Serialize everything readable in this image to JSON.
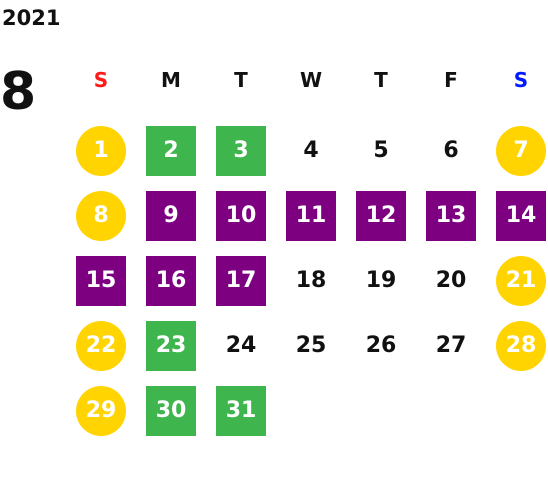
{
  "year": "2021",
  "month": "8",
  "colors": {
    "sunday": "#ff1a1a",
    "saturday": "#0019ff",
    "weekday": "#111111",
    "yellow_circle": "#ffd400",
    "green_square": "#3fb54d",
    "purple_square": "#7c0080"
  },
  "weekdays": [
    {
      "label": "S",
      "color": "#ff1a1a"
    },
    {
      "label": "M",
      "color": "#111111"
    },
    {
      "label": "T",
      "color": "#111111"
    },
    {
      "label": "W",
      "color": "#111111"
    },
    {
      "label": "T",
      "color": "#111111"
    },
    {
      "label": "F",
      "color": "#111111"
    },
    {
      "label": "S",
      "color": "#0019ff"
    }
  ],
  "weeks": [
    [
      {
        "day": "1",
        "style": "yellow_circle"
      },
      {
        "day": "2",
        "style": "green_square"
      },
      {
        "day": "3",
        "style": "green_square"
      },
      {
        "day": "4",
        "style": "plain"
      },
      {
        "day": "5",
        "style": "plain"
      },
      {
        "day": "6",
        "style": "plain"
      },
      {
        "day": "7",
        "style": "yellow_circle"
      }
    ],
    [
      {
        "day": "8",
        "style": "yellow_circle"
      },
      {
        "day": "9",
        "style": "purple_square"
      },
      {
        "day": "10",
        "style": "purple_square"
      },
      {
        "day": "11",
        "style": "purple_square"
      },
      {
        "day": "12",
        "style": "purple_square"
      },
      {
        "day": "13",
        "style": "purple_square"
      },
      {
        "day": "14",
        "style": "purple_square"
      }
    ],
    [
      {
        "day": "15",
        "style": "purple_square"
      },
      {
        "day": "16",
        "style": "purple_square"
      },
      {
        "day": "17",
        "style": "purple_square"
      },
      {
        "day": "18",
        "style": "plain"
      },
      {
        "day": "19",
        "style": "plain"
      },
      {
        "day": "20",
        "style": "plain"
      },
      {
        "day": "21",
        "style": "yellow_circle"
      }
    ],
    [
      {
        "day": "22",
        "style": "yellow_circle"
      },
      {
        "day": "23",
        "style": "green_square"
      },
      {
        "day": "24",
        "style": "plain"
      },
      {
        "day": "25",
        "style": "plain"
      },
      {
        "day": "26",
        "style": "plain"
      },
      {
        "day": "27",
        "style": "plain"
      },
      {
        "day": "28",
        "style": "yellow_circle"
      }
    ],
    [
      {
        "day": "29",
        "style": "yellow_circle"
      },
      {
        "day": "30",
        "style": "green_square"
      },
      {
        "day": "31",
        "style": "green_square"
      }
    ]
  ]
}
